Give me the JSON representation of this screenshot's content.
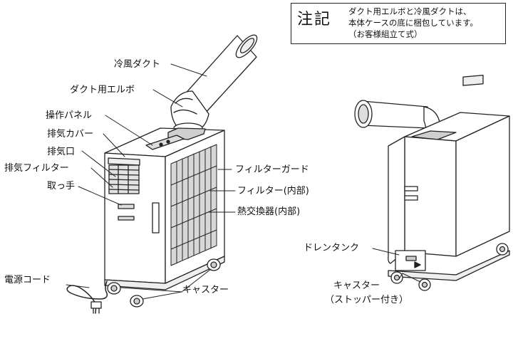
{
  "note": {
    "title": "注記",
    "lines": [
      "ダクト用エルボと冷風ダクトは、",
      "本体ケースの底に梱包しています。",
      "（お客様組立て式）"
    ]
  },
  "labels": {
    "cold_duct": "冷風ダクト",
    "duct_elbow": "ダクト用エルボ",
    "control_panel": "操作パネル",
    "exhaust_cover": "排気カバー",
    "exhaust_port": "排気口",
    "exhaust_filter": "排気フィルター",
    "handle": "取っ手",
    "filter_guard": "フィルターガード",
    "filter_inner": "フィルター(内部)",
    "heat_exchanger": "熱交換器(内部)",
    "power_cord": "電源コード",
    "casters_front": "キャスター",
    "drain_tank": "ドレンタンク",
    "casters_rear": "キャスター",
    "casters_rear_note": "（ストッパー付き）"
  }
}
